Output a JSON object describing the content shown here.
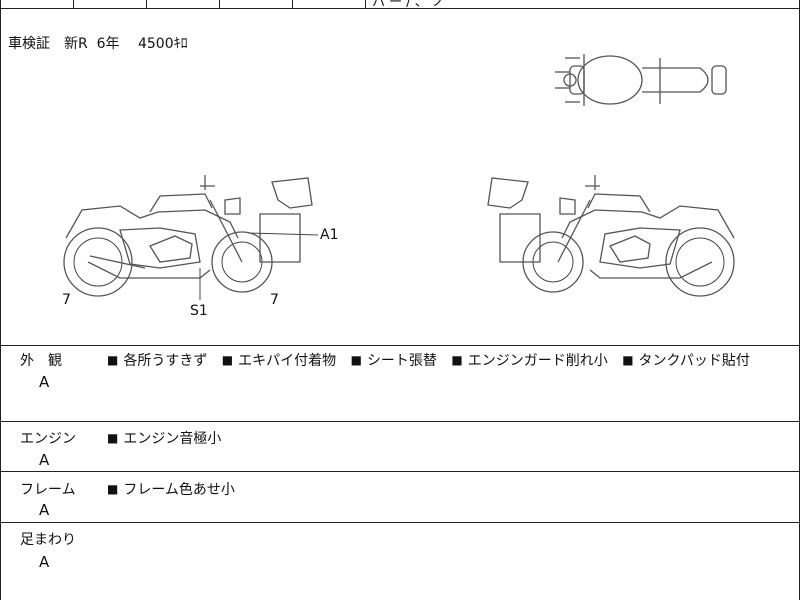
{
  "top_strip": {
    "partial_text": "ハ ー / 、 ノ"
  },
  "inspection": {
    "text": "車検証　新R  6年　 4500ｷﾛ"
  },
  "diagram_labels": {
    "left_bottom_left": "7",
    "left_bottom_right": "7",
    "left_a1": "A1",
    "left_s1": "S1"
  },
  "sections": [
    {
      "label": "外　観",
      "grade": "A",
      "notes": [
        "各所うすきず",
        "エキパイ付着物",
        "シート張替",
        "エンジンガード削れ小",
        "タンクパッド貼付"
      ]
    },
    {
      "label": "エンジン",
      "grade": "A",
      "notes": [
        "エンジン音極小"
      ]
    },
    {
      "label": "フレーム",
      "grade": "A",
      "notes": [
        "フレーム色あせ小"
      ]
    },
    {
      "label": "足まわり",
      "grade": "A",
      "notes": []
    }
  ],
  "marker_glyph": "■"
}
